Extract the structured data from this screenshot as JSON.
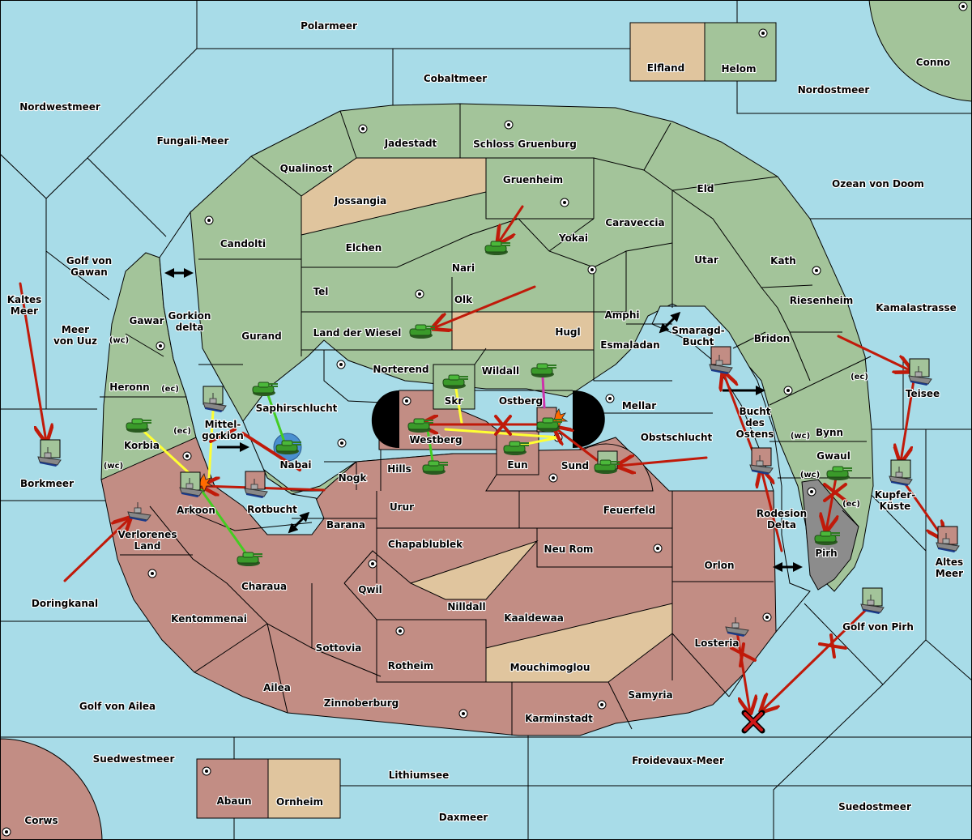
{
  "map": {
    "colors": {
      "sea": "#a8dce8",
      "neutral_land": "#a3c49a",
      "tan_power": "#e0c59e",
      "red_power": "#c28d84",
      "grey_power": "#8c8c8c",
      "move_order": "#c01a0a",
      "support_order": "#ffff33",
      "convoy_order": "#44cc22",
      "hold_order": "#cc33aa",
      "tank_unit": "#3a9a2a",
      "ship_unit": "#888888"
    },
    "seas": [
      {
        "id": "polarmeer",
        "label": "Polarmeer"
      },
      {
        "id": "cobaltmeer",
        "label": "Cobaltmeer"
      },
      {
        "id": "nordwestmeer",
        "label": "Nordwestmeer"
      },
      {
        "id": "fungali",
        "label": "Fungali-Meer"
      },
      {
        "id": "nordostmeer",
        "label": "Nordostmeer"
      },
      {
        "id": "ozean",
        "label": "Ozean von Doom"
      },
      {
        "id": "golfgawan",
        "label": "Golf von Gawan"
      },
      {
        "id": "kaltes",
        "label": "Kaltes Meer"
      },
      {
        "id": "uuz",
        "label": "Meer von Uuz"
      },
      {
        "id": "gorkiondelta",
        "label": "Gorkion delta"
      },
      {
        "id": "mittelgorkion",
        "label": "Mittel- gorkion"
      },
      {
        "id": "borkmeer",
        "label": "Borkmeer"
      },
      {
        "id": "rotbucht",
        "label": "Rotbucht"
      },
      {
        "id": "doringkanal",
        "label": "Doringkanal"
      },
      {
        "id": "golfailea",
        "label": "Golf von Ailea"
      },
      {
        "id": "suedwestmeer",
        "label": "Suedwestmeer"
      },
      {
        "id": "lithiumsee",
        "label": "Lithiumsee"
      },
      {
        "id": "daxmeer",
        "label": "Daxmeer"
      },
      {
        "id": "froidevaux",
        "label": "Froidevaux-Meer"
      },
      {
        "id": "suedostmeer",
        "label": "Suedostmeer"
      },
      {
        "id": "golfpirh",
        "label": "Golf von Pirh"
      },
      {
        "id": "altesmeer",
        "label": "Altes Meer"
      },
      {
        "id": "kupferkueste",
        "label": "Kupfer- Küste"
      },
      {
        "id": "teisee",
        "label": "Teisee"
      },
      {
        "id": "kamalastrasse",
        "label": "Kamalastrasse"
      },
      {
        "id": "smaragd",
        "label": "Smaragd- Bucht"
      },
      {
        "id": "buchtostens",
        "label": "Bucht des Ostens"
      },
      {
        "id": "rodesion",
        "label": "Rodesion Delta"
      }
    ],
    "lands": [
      {
        "id": "elfland",
        "label": "Elfland",
        "owner": "tan",
        "supply": false
      },
      {
        "id": "helom",
        "label": "Helom",
        "owner": "neutral",
        "supply": true
      },
      {
        "id": "conno",
        "label": "Conno",
        "owner": "neutral",
        "supply": true
      },
      {
        "id": "qualinost",
        "label": "Qualinost",
        "owner": "neutral",
        "supply": false
      },
      {
        "id": "jadestadt",
        "label": "Jadestadt",
        "owner": "neutral",
        "supply": true
      },
      {
        "id": "schloss",
        "label": "Schloss Gruenburg",
        "owner": "neutral",
        "supply": true
      },
      {
        "id": "jossangia",
        "label": "Jossangia",
        "owner": "tan",
        "supply": false
      },
      {
        "id": "gruenheim",
        "label": "Gruenheim",
        "owner": "neutral",
        "supply": true
      },
      {
        "id": "eld",
        "label": "Eld",
        "owner": "neutral",
        "supply": false
      },
      {
        "id": "candolti",
        "label": "Candolti",
        "owner": "neutral",
        "supply": true
      },
      {
        "id": "elchen",
        "label": "Elchen",
        "owner": "neutral",
        "supply": false
      },
      {
        "id": "caraveccia",
        "label": "Caraveccia",
        "owner": "neutral",
        "supply": false
      },
      {
        "id": "yokai",
        "label": "Yokai",
        "owner": "neutral",
        "supply": true
      },
      {
        "id": "nari",
        "label": "Nari",
        "owner": "neutral",
        "supply": false
      },
      {
        "id": "utar",
        "label": "Utar",
        "owner": "neutral",
        "supply": false
      },
      {
        "id": "kath",
        "label": "Kath",
        "owner": "neutral",
        "supply": true
      },
      {
        "id": "tel",
        "label": "Tel",
        "owner": "neutral",
        "supply": true
      },
      {
        "id": "olk",
        "label": "Olk",
        "owner": "neutral",
        "supply": false
      },
      {
        "id": "gawar",
        "label": "Gawar",
        "owner": "neutral",
        "supply": true
      },
      {
        "id": "gurand",
        "label": "Gurand",
        "owner": "neutral",
        "supply": false
      },
      {
        "id": "landwiesel",
        "label": "Land der Wiesel",
        "owner": "neutral",
        "supply": false
      },
      {
        "id": "hugl",
        "label": "Hugl",
        "owner": "tan",
        "supply": false
      },
      {
        "id": "amphi",
        "label": "Amphi",
        "owner": "neutral",
        "supply": false
      },
      {
        "id": "esmaladan",
        "label": "Esmaladan",
        "owner": "neutral",
        "supply": false
      },
      {
        "id": "riesenheim",
        "label": "Riesenheim",
        "owner": "neutral",
        "supply": false
      },
      {
        "id": "bridon",
        "label": "Bridon",
        "owner": "neutral",
        "supply": true
      },
      {
        "id": "heronn",
        "label": "Heronn",
        "owner": "neutral",
        "supply": false
      },
      {
        "id": "norterend",
        "label": "Norterend",
        "owner": "neutral",
        "supply": true
      },
      {
        "id": "wildall",
        "label": "Wildall",
        "owner": "neutral",
        "supply": false
      },
      {
        "id": "skr",
        "label": "Skr",
        "owner": "neutral",
        "supply": false
      },
      {
        "id": "ostberg",
        "label": "Ostberg",
        "owner": "neutral",
        "supply": false
      },
      {
        "id": "mellar",
        "label": "Mellar",
        "owner": "neutral",
        "supply": true
      },
      {
        "id": "saphirschlucht",
        "label": "Saphirschlucht",
        "owner": "neutral",
        "supply": false
      },
      {
        "id": "korbia",
        "label": "Korbia",
        "owner": "neutral",
        "supply": false
      },
      {
        "id": "westberg",
        "label": "Westberg",
        "owner": "red",
        "supply": true
      },
      {
        "id": "obstschlucht",
        "label": "Obstschlucht",
        "owner": "neutral",
        "supply": false
      },
      {
        "id": "bynn",
        "label": "Bynn",
        "owner": "neutral",
        "supply": false
      },
      {
        "id": "nabai",
        "label": "Nabai",
        "owner": "neutral",
        "supply": true
      },
      {
        "id": "hills",
        "label": "Hills",
        "owner": "red",
        "supply": false
      },
      {
        "id": "eun",
        "label": "Eun",
        "owner": "red",
        "supply": false
      },
      {
        "id": "sund",
        "label": "Sund",
        "owner": "red",
        "supply": true
      },
      {
        "id": "gwaul",
        "label": "Gwaul",
        "owner": "neutral",
        "supply": false
      },
      {
        "id": "nogk",
        "label": "Nogk",
        "owner": "red",
        "supply": false
      },
      {
        "id": "arkoon",
        "label": "Arkoon",
        "owner": "red",
        "supply": true
      },
      {
        "id": "verlorenes",
        "label": "Verlorenes Land",
        "owner": "red",
        "supply": false
      },
      {
        "id": "urur",
        "label": "Urur",
        "owner": "red",
        "supply": false
      },
      {
        "id": "feuerfeld",
        "label": "Feuerfeld",
        "owner": "red",
        "supply": false
      },
      {
        "id": "barana",
        "label": "Barana",
        "owner": "red",
        "supply": false
      },
      {
        "id": "chapablublek",
        "label": "Chapablublek",
        "owner": "red",
        "supply": false
      },
      {
        "id": "neurom",
        "label": "Neu Rom",
        "owner": "red",
        "supply": true
      },
      {
        "id": "pirh",
        "label": "Pirh",
        "owner": "grey",
        "supply": true
      },
      {
        "id": "orlon",
        "label": "Orlon",
        "owner": "red",
        "supply": false
      },
      {
        "id": "charaua",
        "label": "Charaua",
        "owner": "red",
        "supply": false
      },
      {
        "id": "qwil",
        "label": "Qwil",
        "owner": "red",
        "supply": true
      },
      {
        "id": "nilldall",
        "label": "Nilldall",
        "owner": "tan",
        "supply": false
      },
      {
        "id": "kentommenai",
        "label": "Kentommenai",
        "owner": "red",
        "supply": true
      },
      {
        "id": "kaaldewaa",
        "label": "Kaaldewaa",
        "owner": "red",
        "supply": false
      },
      {
        "id": "losteria",
        "label": "Losteria",
        "owner": "red",
        "supply": true
      },
      {
        "id": "sottovia",
        "label": "Sottovia",
        "owner": "red",
        "supply": false
      },
      {
        "id": "rotheim",
        "label": "Rotheim",
        "owner": "red",
        "supply": true
      },
      {
        "id": "mouchimoglou",
        "label": "Mouchimoglou",
        "owner": "tan",
        "supply": false
      },
      {
        "id": "ailea",
        "label": "Ailea",
        "owner": "red",
        "supply": false
      },
      {
        "id": "samyria",
        "label": "Samyria",
        "owner": "red",
        "supply": false
      },
      {
        "id": "zinnoberburg",
        "label": "Zinnoberburg",
        "owner": "red",
        "supply": true
      },
      {
        "id": "karminstadt",
        "label": "Karminstadt",
        "owner": "red",
        "supply": true
      },
      {
        "id": "abaun",
        "label": "Abaun",
        "owner": "red",
        "supply": true
      },
      {
        "id": "ornheim",
        "label": "Ornheim",
        "owner": "tan",
        "supply": false
      },
      {
        "id": "corws",
        "label": "Corws",
        "owner": "red",
        "supply": true
      }
    ],
    "coast_markers": [
      "(wc)",
      "(ec)",
      "(ec)",
      "(wc)",
      "(ec)",
      "(wc)",
      "(wc)",
      "(ec)"
    ],
    "units": [
      {
        "type": "tank",
        "location": "Nari"
      },
      {
        "type": "tank",
        "location": "Land der Wiesel"
      },
      {
        "type": "tank",
        "location": "Skr"
      },
      {
        "type": "tank",
        "location": "Wildall"
      },
      {
        "type": "tank",
        "location": "Westberg"
      },
      {
        "type": "tank",
        "location": "Eun"
      },
      {
        "type": "tank",
        "location": "Ostberg"
      },
      {
        "type": "tank",
        "location": "Hills"
      },
      {
        "type": "tank",
        "location": "Sund"
      },
      {
        "type": "tank",
        "location": "Saphirschlucht"
      },
      {
        "type": "tank",
        "location": "Nabai"
      },
      {
        "type": "tank",
        "location": "Korbia"
      },
      {
        "type": "tank",
        "location": "Charaua"
      },
      {
        "type": "tank",
        "location": "Gwaul"
      },
      {
        "type": "tank",
        "location": "Pirh"
      },
      {
        "type": "ship",
        "location": "Borkmeer"
      },
      {
        "type": "ship",
        "location": "Mittelgorkion"
      },
      {
        "type": "ship",
        "location": "Arkoon"
      },
      {
        "type": "ship",
        "location": "Rotbucht"
      },
      {
        "type": "ship",
        "location": "Verlorenes Land"
      },
      {
        "type": "ship",
        "location": "Smaragd-Bucht"
      },
      {
        "type": "ship",
        "location": "Bucht des Ostens"
      },
      {
        "type": "ship",
        "location": "Teisee"
      },
      {
        "type": "ship",
        "location": "Kupfer-Küste"
      },
      {
        "type": "ship",
        "location": "Altes Meer"
      },
      {
        "type": "ship",
        "location": "Losteria"
      },
      {
        "type": "ship",
        "location": "Golf von Pirh"
      }
    ]
  }
}
